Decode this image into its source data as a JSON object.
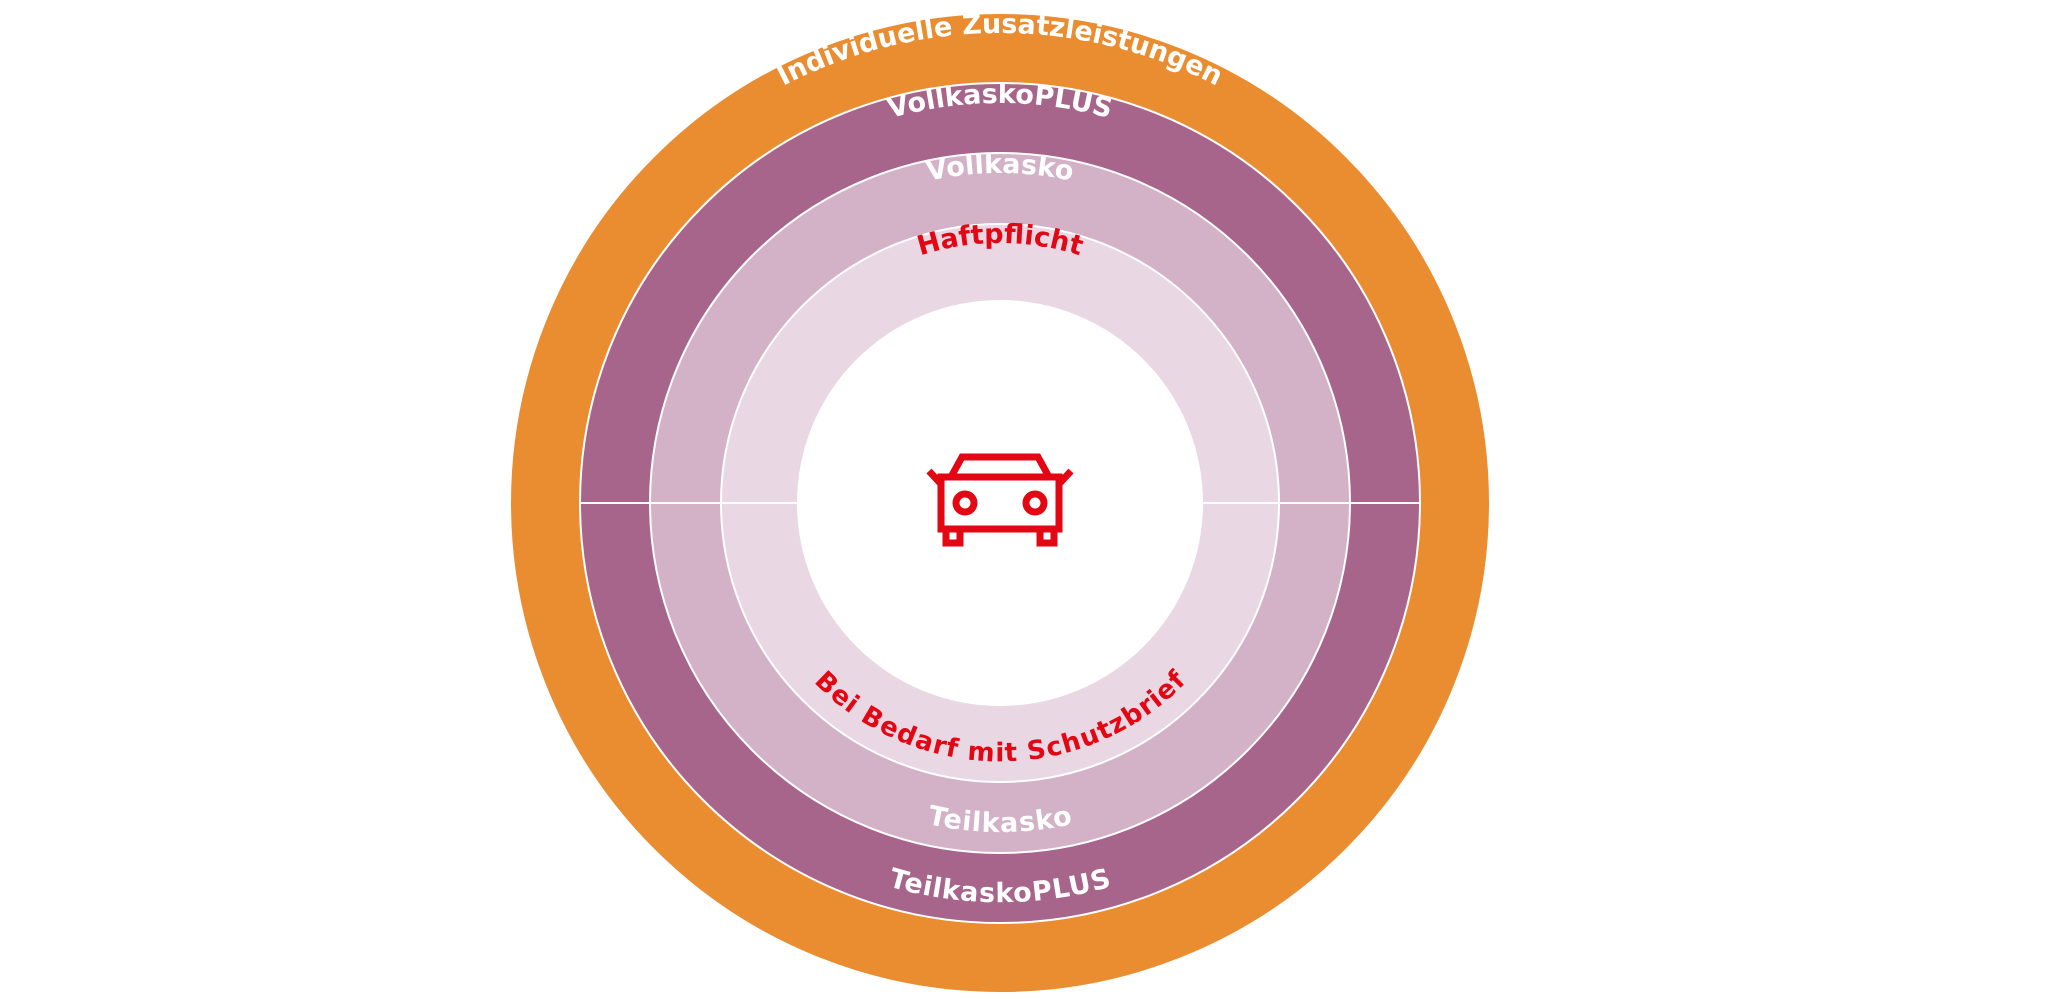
{
  "colors": {
    "outer_ring": "#ea8c30",
    "plus_ring": "#a8658b",
    "kasko_ring": "#d3b1c6",
    "liability_ring": "#e9d7e3",
    "center": "#ffffff",
    "divider": "#ffffff",
    "red_text": "#e30613",
    "white_text": "#ffffff"
  },
  "rings": {
    "outer": {
      "label": "Individuelle Zusatzleistungen"
    },
    "plus_top": {
      "label": "VollkaskoPLUS"
    },
    "kasko_top": {
      "label": "Vollkasko"
    },
    "liability_top": {
      "label": "Haftpflicht"
    },
    "liability_bottom": {
      "label": "Bei Bedarf mit Schutzbrief"
    },
    "kasko_bottom": {
      "label": "Teilkasko"
    },
    "plus_bottom": {
      "label": "TeilkaskoPLUS"
    }
  },
  "center": {
    "icon": "car-icon"
  }
}
